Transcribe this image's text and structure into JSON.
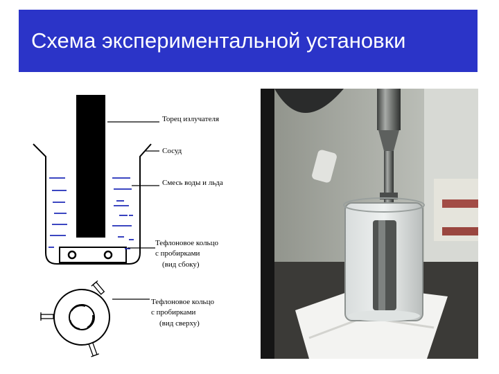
{
  "title": "Схема экспериментальной установки",
  "diagram": {
    "labels": {
      "emitter_end": "Торец излучателя",
      "vessel": "Сосуд",
      "water_ice": "Смесь воды и льда",
      "ring_side_1": "Тефлоновое кольцо",
      "ring_side_2": "с пробирками",
      "ring_side_3": "(вид сбоку)",
      "ring_top_1": "Тефлоновое кольцо",
      "ring_top_2": "с пробирками",
      "ring_top_3": "(вид сверху)"
    }
  },
  "colors": {
    "title_bar": "#2b34c8",
    "water_dash": "#1f2bb8"
  }
}
